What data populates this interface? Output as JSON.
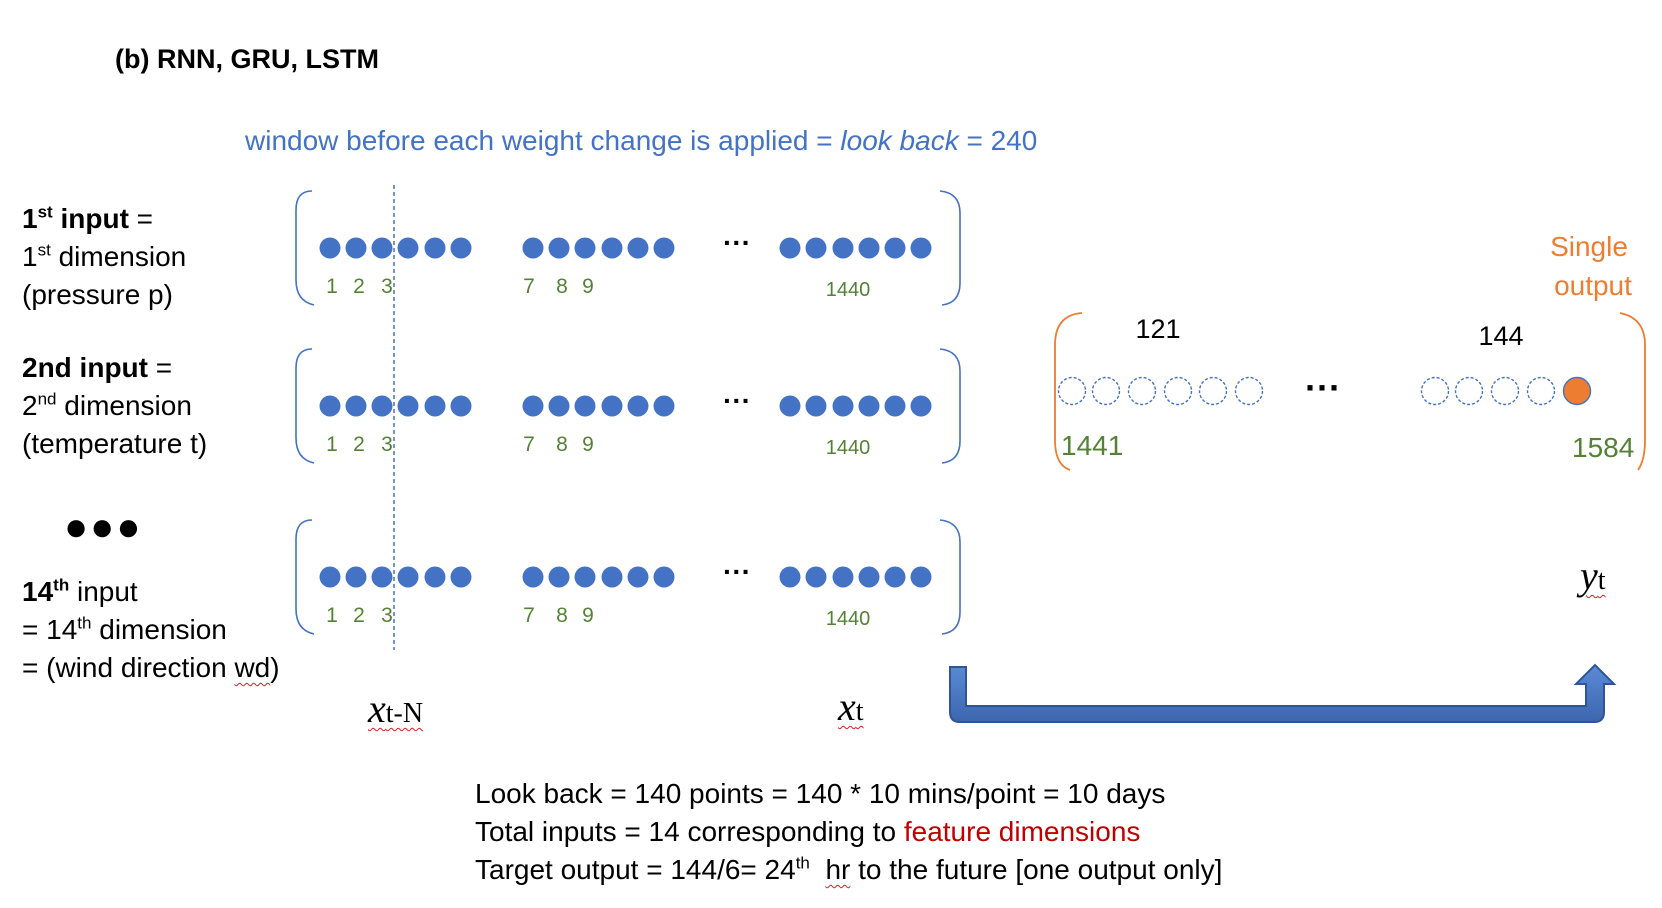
{
  "title": "(b) RNN, GRU, LSTM",
  "window_label": {
    "prefix": "window before each weight change is applied = ",
    "emphasis": "look back",
    "suffix": " = 240"
  },
  "inputs": [
    {
      "line1_bold_num": "1",
      "line1_bold_sup": "st",
      "line1_bold_word": " input",
      "line1_rest": " =",
      "line2_num": "1",
      "line2_sup": "st",
      "line2_rest": " dimension",
      "line3": "(pressure p)"
    },
    {
      "line1_bold_word": "2nd input",
      "line1_rest": " =",
      "line2_num": "2",
      "line2_sup": "nd",
      "line2_rest": " dimension",
      "line3": "(temperature t)"
    },
    {
      "line1_bold_num": "14",
      "line1_bold_sup": "th",
      "line1_rest": " input",
      "line2_num": "= 14",
      "line2_sup": "th",
      "line2_rest": " dimension",
      "line3_prefix": "= (wind direction ",
      "line3_squiggle": "wd",
      "line3_suffix": ")"
    }
  ],
  "input_ellipsis": "●●●",
  "sequence": {
    "index_labels": [
      "1",
      "2",
      "3",
      "7",
      "8",
      "9",
      "1440"
    ],
    "dots_ellipsis": "···"
  },
  "output": {
    "label_line1": "Single",
    "label_line2": "output",
    "top_labels": [
      "121",
      "144"
    ],
    "bottom_labels": [
      "1441",
      "1584"
    ],
    "dots_ellipsis": "···"
  },
  "math": {
    "x_t_minus_n": {
      "base": "x",
      "sub": "t-N"
    },
    "x_t": {
      "base": "x",
      "sub": "t"
    },
    "y_t": {
      "base": "y",
      "sub": "t"
    }
  },
  "notes": {
    "line1": "Look back = 140 points = 140 * 10 mins/point = 10 days",
    "line2_prefix": "Total inputs = 14 corresponding to ",
    "line2_red": "feature dimensions",
    "line3_prefix": "Target output = 144/6= 24",
    "line3_sup": "th",
    "line3_space": "  ",
    "line3_squiggle": "hr",
    "line3_suffix": " to the future [one output only]"
  },
  "colors": {
    "dot_blue": "#4472C4",
    "label_green": "#548235",
    "output_orange": "#ED7D31",
    "arrow_blue": "#4472C4",
    "note_red": "#C00000"
  }
}
